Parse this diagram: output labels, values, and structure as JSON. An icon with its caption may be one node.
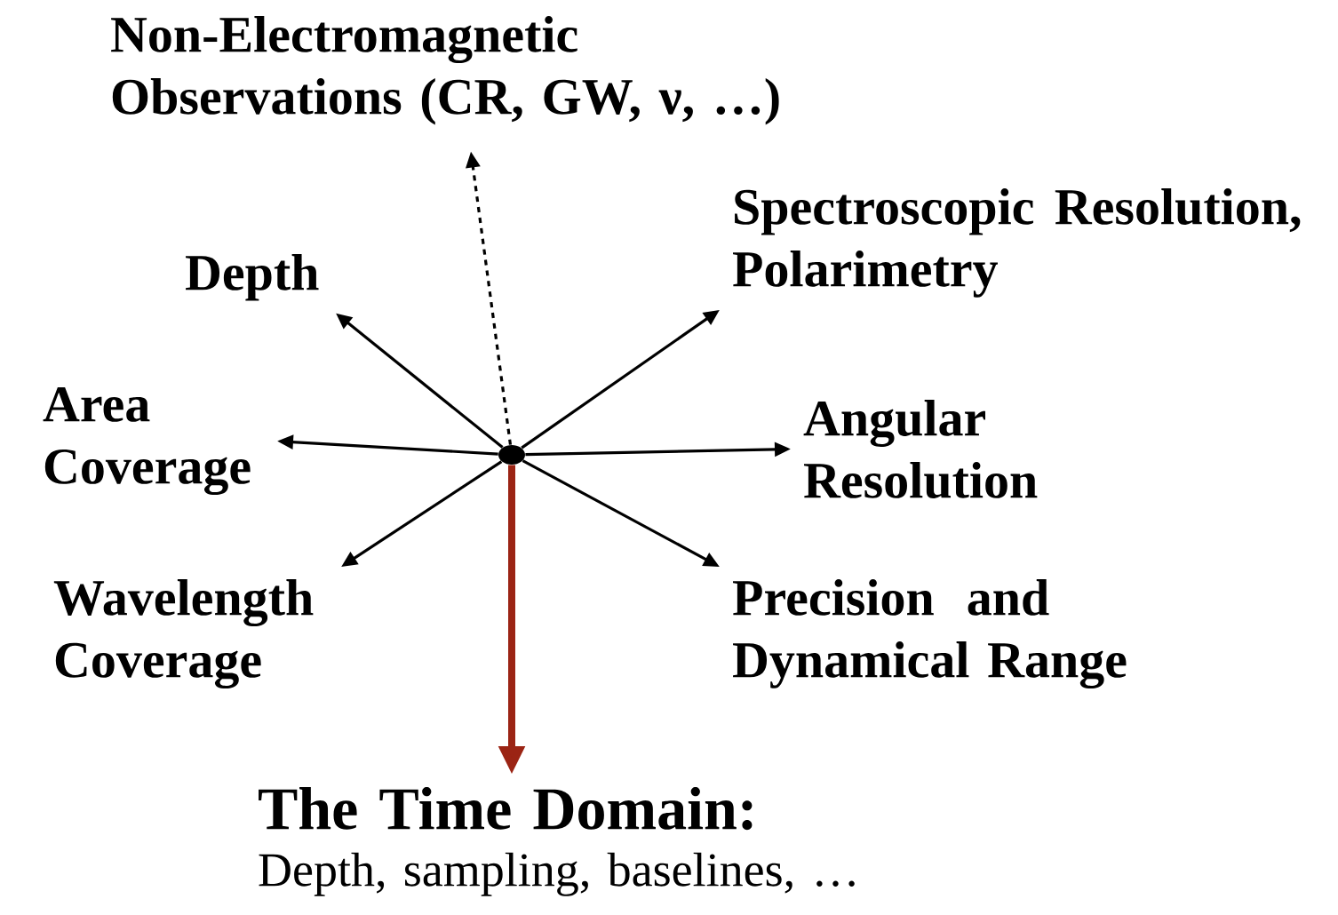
{
  "diagram": {
    "nodes": [
      {
        "text": [],
        "shape": "circle"
      },
      {
        "text": [
          "Non-Electromagnetic Observations (CR, GW, ν, …)"
        ]
      },
      {
        "text": [
          "Depth"
        ]
      },
      {
        "text": [
          "Spectroscopic Resolution, Polarimetry"
        ]
      },
      {
        "text": [
          "Area Coverage"
        ]
      },
      {
        "text": [
          "Angular Resolution"
        ]
      },
      {
        "text": [
          "Wavelength Coverage"
        ]
      },
      {
        "text": [
          "Precision and Dynamical Range"
        ]
      },
      {
        "text": [
          "The Time Domain:",
          "Depth, sampling, baselines, …"
        ]
      }
    ],
    "edges": [
      {
        "from": 0,
        "to": 1,
        "arrow": "to",
        "style": "dashed"
      },
      {
        "from": 0,
        "to": 2,
        "arrow": "to"
      },
      {
        "from": 0,
        "to": 3,
        "arrow": "to"
      },
      {
        "from": 0,
        "to": 4,
        "arrow": "to"
      },
      {
        "from": 0,
        "to": 5,
        "arrow": "to"
      },
      {
        "from": 0,
        "to": 6,
        "arrow": "to"
      },
      {
        "from": 0,
        "to": 7,
        "arrow": "to"
      },
      {
        "from": 0,
        "to": 8,
        "arrow": "to",
        "style": "thick",
        "color": "#9b2414"
      }
    ]
  }
}
